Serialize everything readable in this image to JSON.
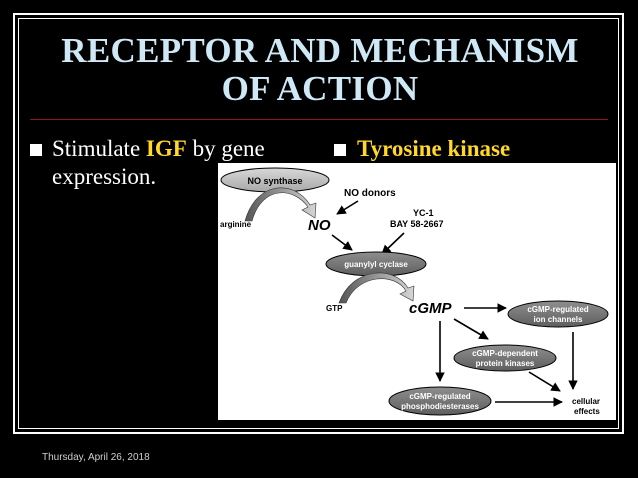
{
  "slide": {
    "title_line1": "RECEPTOR AND MECHANISM",
    "title_line2": "OF ACTION",
    "bullet1_pre": "Stimulate ",
    "bullet1_hl": "IGF",
    "bullet1_post": " by gene",
    "bullet1_line2": "expression.",
    "bullet2": "Tyrosine kinase",
    "footer": "Thursday, April 26, 2018"
  },
  "diagram": {
    "no_synthase": "NO synthase",
    "no_donors": "NO donors",
    "arginine": "arginine",
    "no": "NO",
    "yc1": "YC-1",
    "bay": "BAY 58-2667",
    "guanylyl_cyclase": "guanylyl cyclase",
    "gtp": "GTP",
    "cgmp": "cGMP",
    "ion_channels_l1": "cGMP-regulated",
    "ion_channels_l2": "ion channels",
    "kinases_l1": "cGMP-dependent",
    "kinases_l2": "protein kinases",
    "pde_l1": "cGMP-regulated",
    "pde_l2": "phosphodiesterases",
    "effects_l1": "cellular",
    "effects_l2": "effects"
  },
  "colors": {
    "title": "#cfe8f5",
    "highlight": "#ffd829",
    "rule": "#8a1a1a"
  }
}
